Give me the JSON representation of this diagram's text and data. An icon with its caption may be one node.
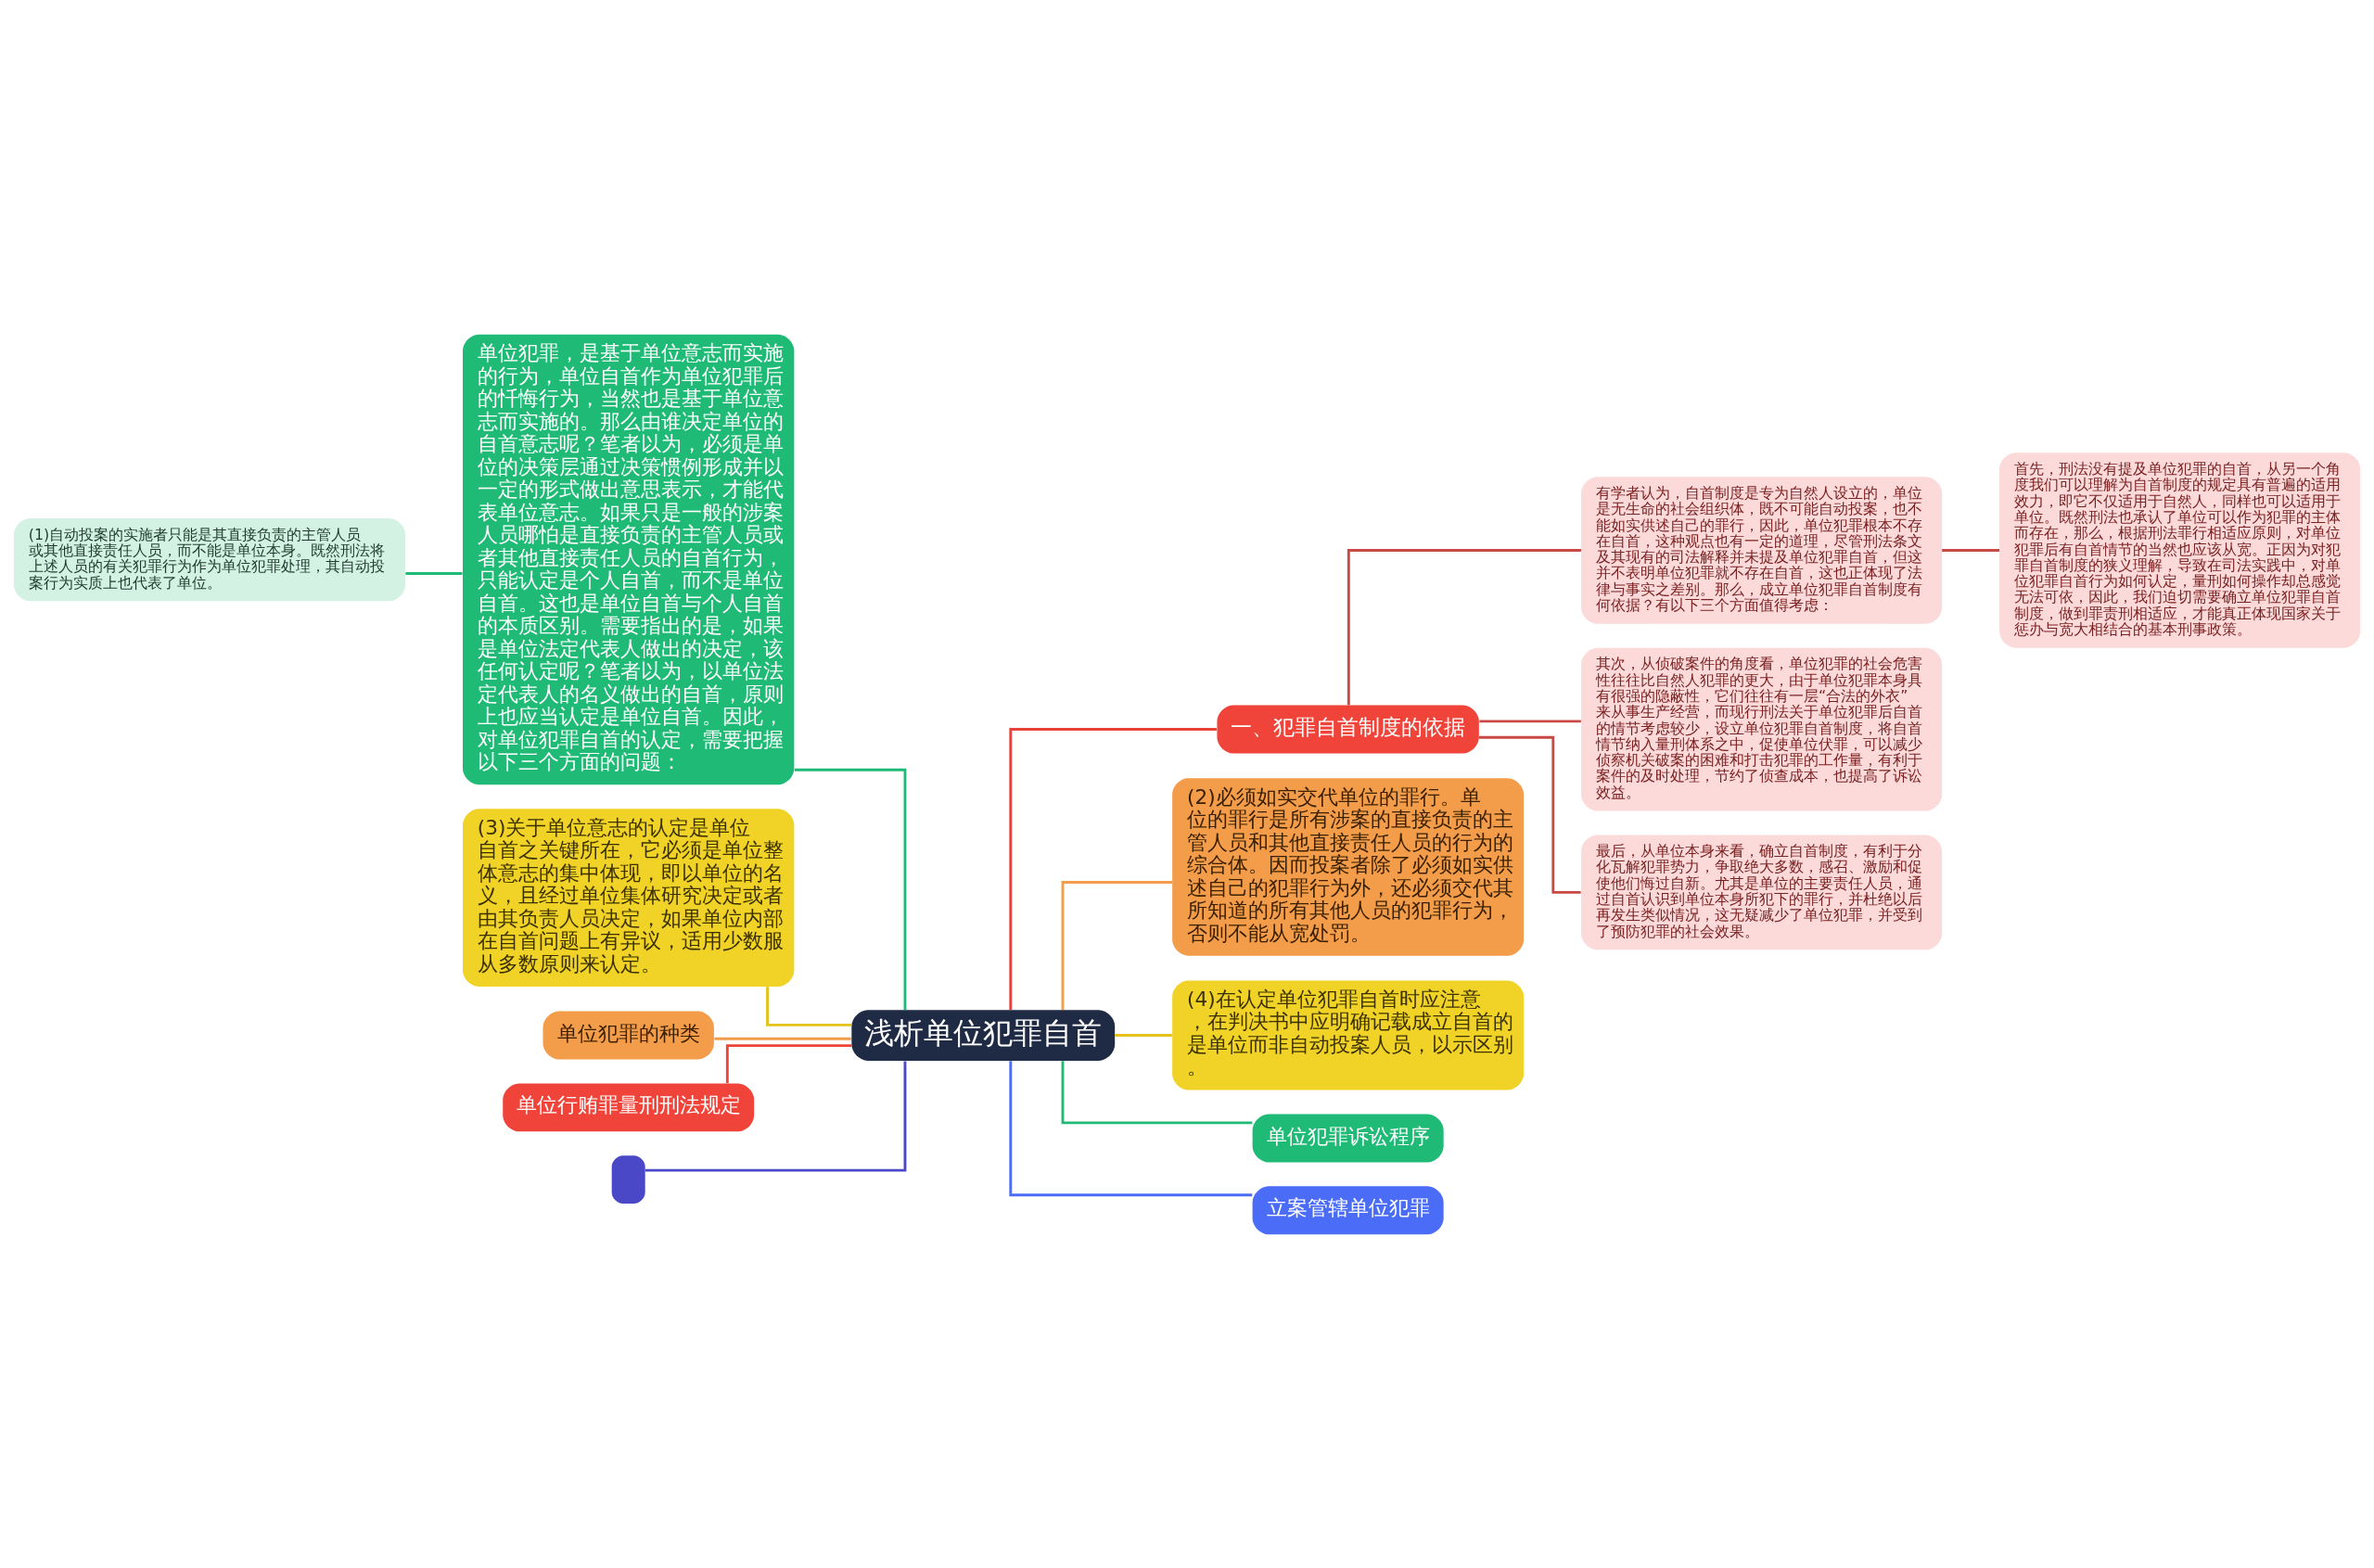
{
  "diagram": {
    "nodes": [
      {
        "text": [
          "浅析单位犯罪自首"
        ]
      },
      {
        "text": [
          "一、犯罪自首制度的依据"
        ]
      },
      {
        "text": [
          "有学者认为，自首制度是专为自然人设立的，单位是无生命的社会组织体，既不可能自动投案，也不能如实供述自己的罪行，因此，单位犯罪根本不存在自首，这种观点也有一定的道理，尽管刑法条文及其现有的司法解释并未提及单位犯罪自首，但这并不表明单位犯罪就不存在自首，这也正体现了法律与事实之差别。那么，成立单位犯罪自首制度有何依据？有以下三个方面值得考虑："
        ]
      },
      {
        "text": [
          "首先，刑法没有提及单位犯罪的自首，从另一个角度我们可以理解为自首制度的规定具有普遍的适用效力，即它不仅适用于自然人，同样也可以适用于单位。既然刑法也承认了单位可以作为犯罪的主体而存在，那么，根据刑法罪行相适应原则，对单位犯罪后有自首情节的当然也应该从宽。正因为对犯罪自首制度的狭义理解，导致在司法实践中，对单位犯罪自首行为如何认定，量刑如何操作却总感觉无法可依，因此，我们迫切需要确立单位犯罪自首制度，做到罪责刑相适应，才能真正体现国家关于惩办与宽大相结合的基本刑事政策。"
        ]
      },
      {
        "text": [
          "其次，从侦破案件的角度看，单位犯罪的社会危害性往往比自然人犯罪的更大，由于单位犯罪本身具有很强的隐蔽性，它们往往有一层“合法的外衣”来从事生产经营，而现行刑法关于单位犯罪后自首的情节考虑较少，设立单位犯罪自首制度，将自首情节纳入量刑体系之中，促使单位伏罪，可以减少侦察机关破案的困难和打击犯罪的工作量，有利于案件的及时处理，节约了侦查成本，也提高了诉讼效益。"
        ]
      },
      {
        "text": [
          "最后，从单位本身来看，确立自首制度，有利于分化瓦解犯罪势力，争取绝大多数，感召、激励和促使他们悔过自新。尤其是单位的主要责任人员，通过自首认识到单位本身所犯下的罪行，并杜绝以后再发生类似情况，这无疑减少了单位犯罪，并受到了预防犯罪的社会效果。"
        ]
      },
      {
        "text": [
          "(2)必须如实交代单位的罪行。单位的罪行是所有涉案的直接负责的主管人员和其他直接责任人员的行为的综合体。因而投案者除了必须如实供述自己的犯罪行为外，还必须交代其所知道的所有其他人员的犯罪行为，否则不能从宽处罚。"
        ]
      },
      {
        "text": [
          "(4)在认定单位犯罪自首时应注意，在判决书中应明确记载成立自首的是单位而非自动投案人员，以示区别。"
        ]
      },
      {
        "text": [
          "单位犯罪诉讼程序"
        ]
      },
      {
        "text": [
          "立案管辖单位犯罪"
        ]
      },
      {
        "text": [
          "单位犯罪，是基于单位意志而实施的行为，单位自首作为单位犯罪后的忏悔行为，当然也是基于单位意志而实施的。那么由谁决定单位的自首意志呢？笔者以为，必须是单位的决策层通过决策惯例形成并以一定的形式做出意思表示，才能代表单位意志。如果只是一般的涉案人员哪怕是直接负责的主管人员或者其他直接责任人员的自首行为，只能认定是个人自首，而不是单位自首。这也是单位自首与个人自首的本质区别。需要指出的是，如果是单位法定代表人做出的决定，该任何认定呢？笔者以为，以单位法定代表人的名义做出的自首，原则上也应当认定是单位自首。因此，对单位犯罪自首的认定，需要把握以下三个方面的问题："
        ]
      },
      {
        "text": [
          "(1)自动投案的实施者只能是其直接负责的主管人员或其他直接责任人员，而不能是单位本身。既然刑法将上述人员的有关犯罪行为作为单位犯罪处理，其自动投案行为实质上也代表了单位。"
        ]
      },
      {
        "text": [
          "(3)关于单位意志的认定是单位自首之关键所在，它必须是单位整体意志的集中体现，即以单位的名义，且经过单位集体研究决定或者由其负责人员决定，如果单位内部在自首问题上有异议，适用少数服从多数原则来认定。"
        ]
      },
      {
        "text": [
          "单位犯罪的种类"
        ]
      },
      {
        "text": [
          "单位行贿罪量刑刑法规定"
        ]
      },
      {
        "text": [],
        "shape": "box"
      }
    ],
    "edges": [
      {
        "from": 0,
        "to": 1,
        "arrow": "none",
        "color": "#e8433a"
      },
      {
        "from": 1,
        "to": 2,
        "arrow": "none",
        "color": "#c94a45"
      },
      {
        "from": 2,
        "to": 3,
        "arrow": "none",
        "color": "#c94a45"
      },
      {
        "from": 1,
        "to": 4,
        "arrow": "none",
        "color": "#c94a45"
      },
      {
        "from": 1,
        "to": 5,
        "arrow": "none",
        "color": "#c94a45"
      },
      {
        "from": 0,
        "to": 6,
        "arrow": "none",
        "color": "#f39c4a"
      },
      {
        "from": 0,
        "to": 7,
        "arrow": "none",
        "color": "#e6c21c"
      },
      {
        "from": 0,
        "to": 8,
        "arrow": "none",
        "color": "#1fba75"
      },
      {
        "from": 0,
        "to": 9,
        "arrow": "none",
        "color": "#4a6cf7"
      },
      {
        "from": 0,
        "to": 10,
        "arrow": "none",
        "color": "#1fba75"
      },
      {
        "from": 10,
        "to": 11,
        "arrow": "none",
        "color": "#1fba75"
      },
      {
        "from": 0,
        "to": 12,
        "arrow": "none",
        "color": "#e6c21c"
      },
      {
        "from": 0,
        "to": 13,
        "arrow": "none",
        "color": "#f39c4a"
      },
      {
        "from": 0,
        "to": 14,
        "arrow": "none",
        "color": "#f0443a"
      },
      {
        "from": 0,
        "to": 15,
        "arrow": "none",
        "color": "#4b48c8"
      }
    ]
  }
}
